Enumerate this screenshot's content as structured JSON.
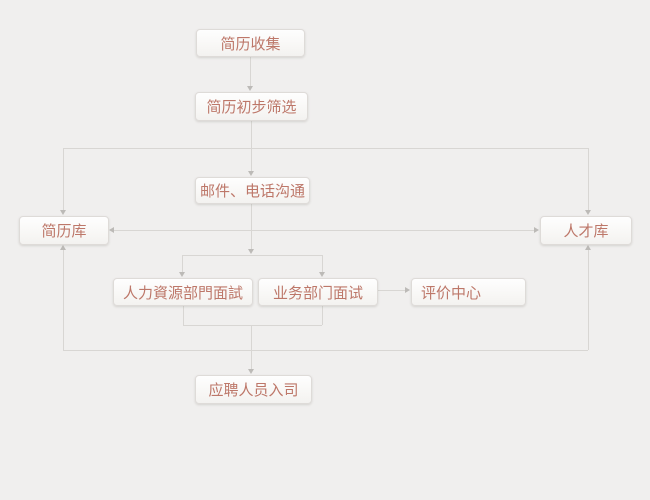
{
  "diagram": {
    "type": "flowchart",
    "direction": "top-down",
    "nodes": [
      {
        "id": "resume-collection",
        "label": "简历收集"
      },
      {
        "id": "resume-initial-screening",
        "label": "简历初步筛选"
      },
      {
        "id": "email-phone-communication",
        "label": "邮件、电话沟通"
      },
      {
        "id": "resume-library",
        "label": "简历库"
      },
      {
        "id": "talent-pool",
        "label": "人才库"
      },
      {
        "id": "hr-department-interview",
        "label": "人力資源部門面試"
      },
      {
        "id": "business-department-interview",
        "label": "业务部门面试"
      },
      {
        "id": "evaluation-center",
        "label": "评价中心"
      },
      {
        "id": "candidate-onboarding",
        "label": "应聘人员入司"
      }
    ],
    "edges": [
      {
        "from": "resume-collection",
        "to": "resume-initial-screening"
      },
      {
        "from": "resume-initial-screening",
        "to": "email-phone-communication"
      },
      {
        "from": "resume-initial-screening",
        "to": "resume-library"
      },
      {
        "from": "resume-initial-screening",
        "to": "talent-pool"
      },
      {
        "from": "email-phone-communication",
        "to": "resume-library"
      },
      {
        "from": "email-phone-communication",
        "to": "talent-pool"
      },
      {
        "from": "email-phone-communication",
        "to": "hr-department-interview"
      },
      {
        "from": "email-phone-communication",
        "to": "business-department-interview"
      },
      {
        "from": "business-department-interview",
        "to": "evaluation-center"
      },
      {
        "from": "hr-department-interview",
        "to": "candidate-onboarding"
      },
      {
        "from": "business-department-interview",
        "to": "candidate-onboarding"
      },
      {
        "from": "interview-result",
        "to": "resume-library"
      },
      {
        "from": "interview-result",
        "to": "talent-pool"
      }
    ],
    "colors": {
      "canvas_background": "#f0efee",
      "node_background": "#fdfdfc",
      "node_border": "#dedbd8",
      "node_text": "#bd7769",
      "line": "#d8d6d3",
      "arrowhead": "#bcbab7"
    }
  }
}
